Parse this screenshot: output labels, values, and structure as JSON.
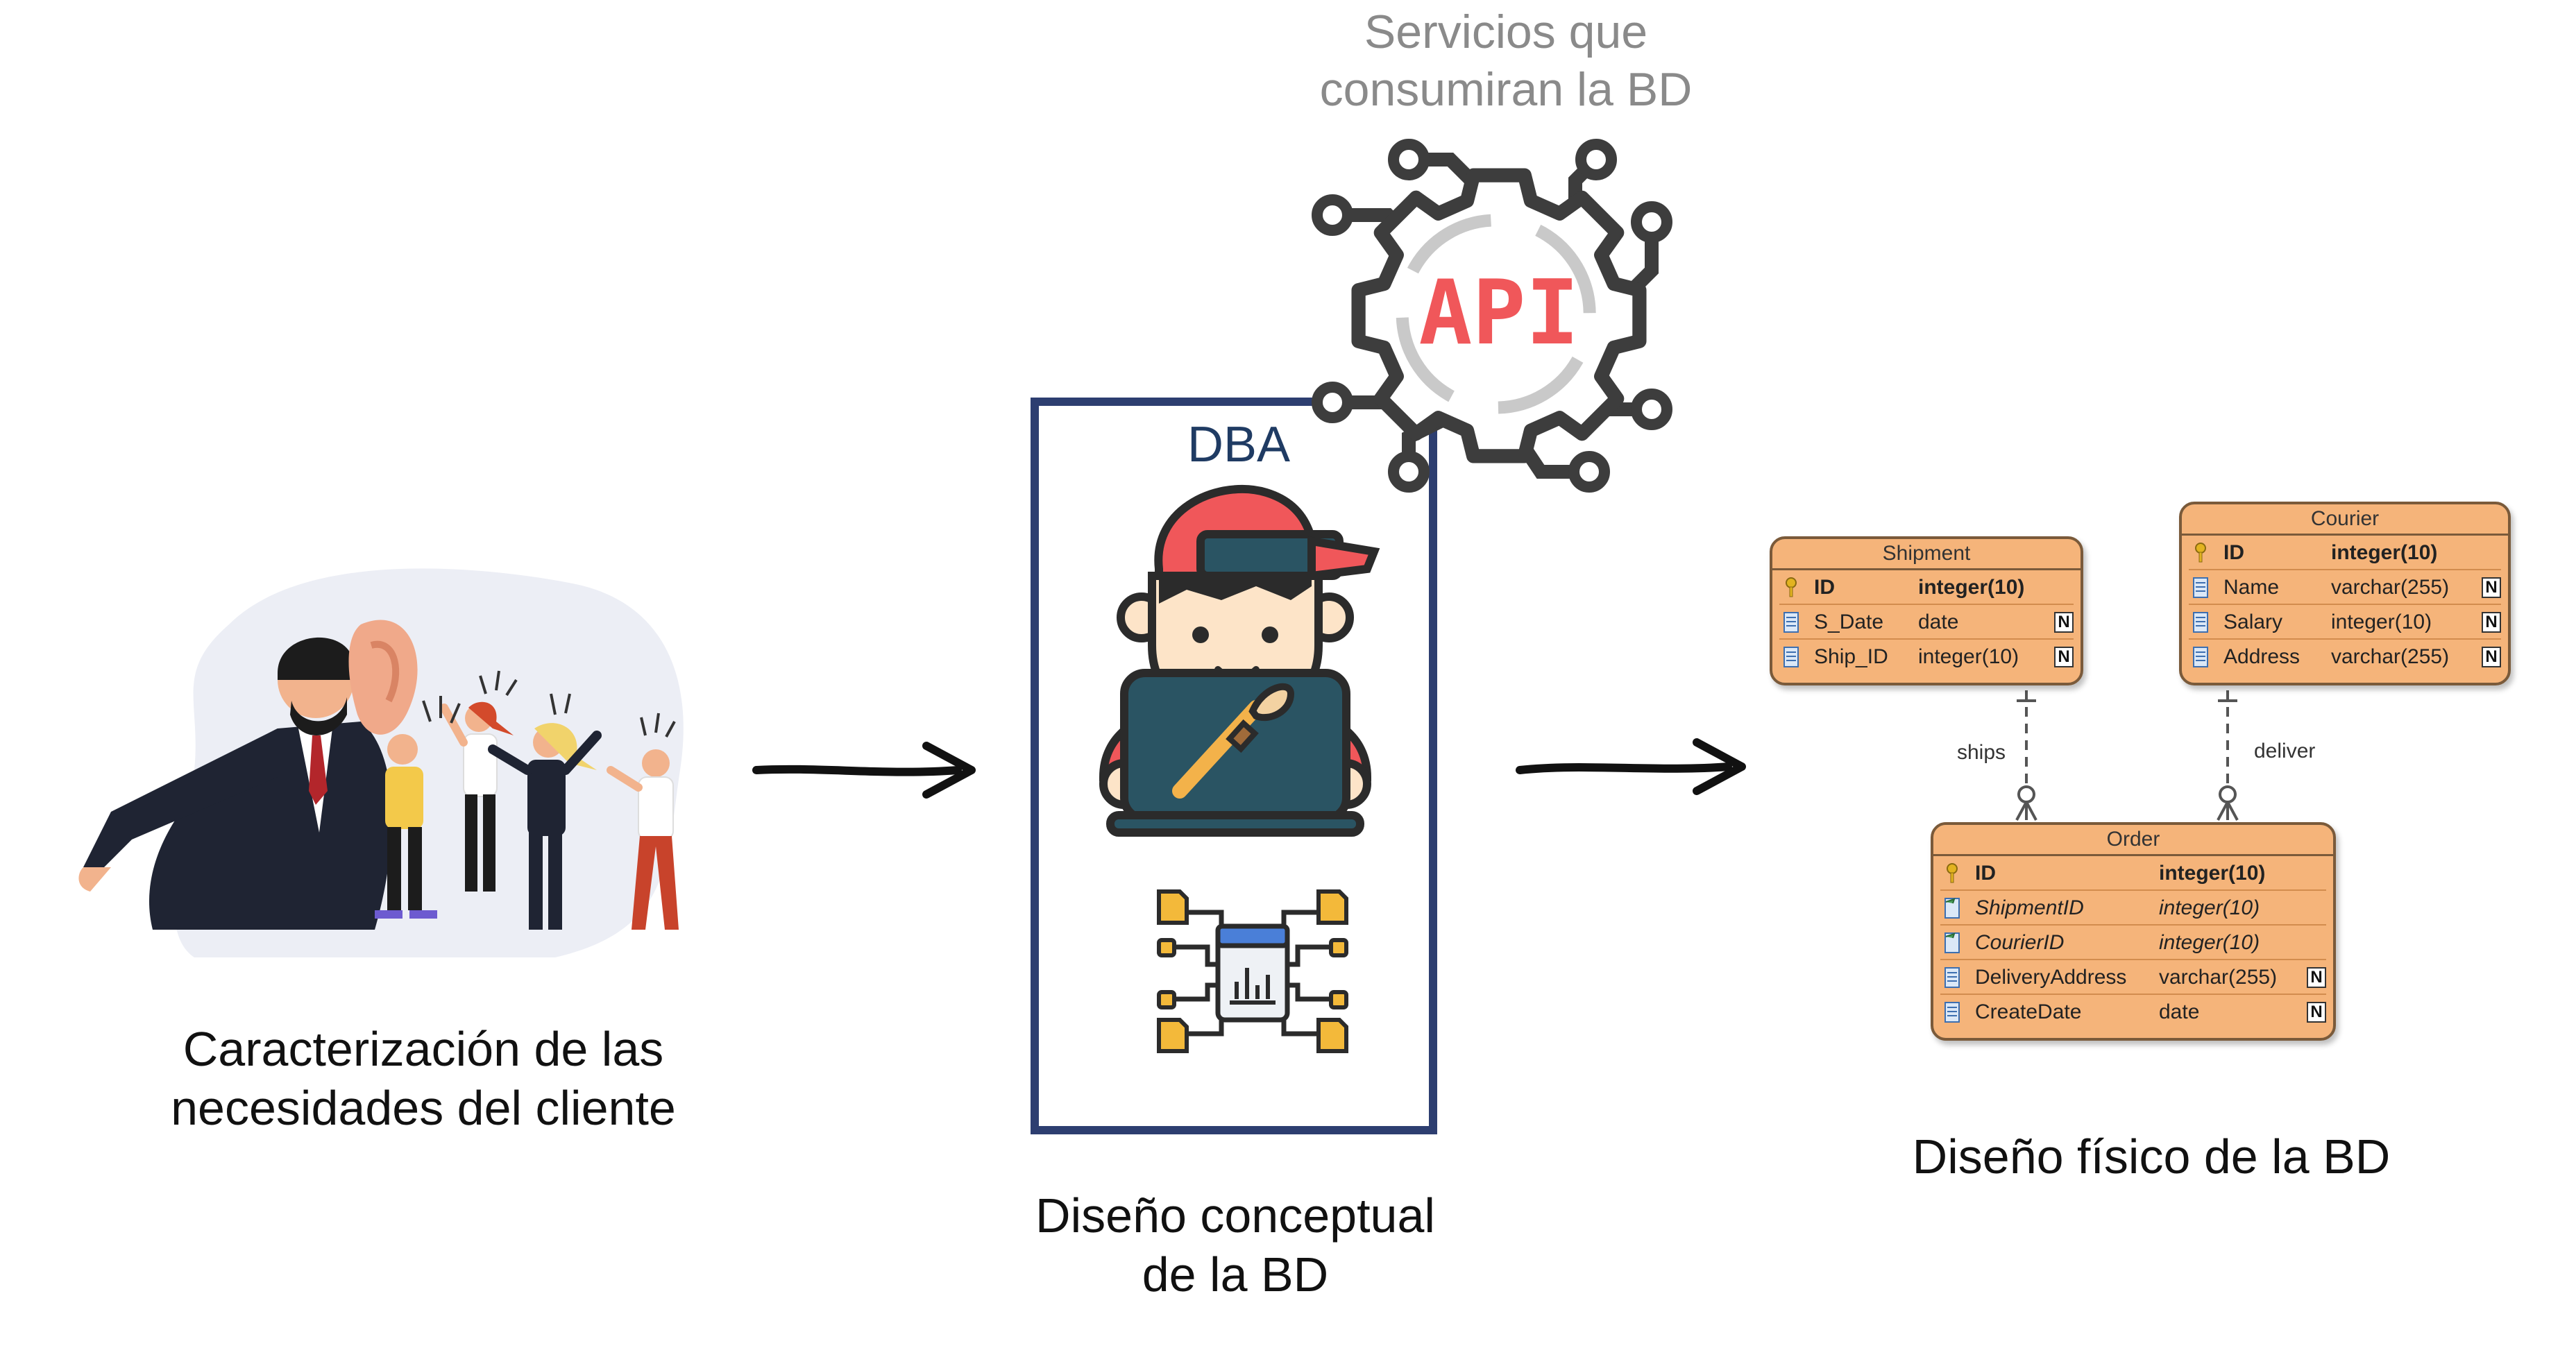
{
  "captions": {
    "client_line1": "Caracterización de las",
    "client_line2": "necesidades del cliente",
    "conceptual_line1": "Diseño conceptual",
    "conceptual_line2": "de la BD",
    "physical": "Diseño físico de la BD",
    "services_line1": "Servicios que",
    "services_line2": "consumiran la BD"
  },
  "dba_label": "DBA",
  "api_text": "API",
  "colors": {
    "box_border": "#2d3e70",
    "api_red": "#f0575a",
    "table_fill": "#f5b47a",
    "gear_gray": "#3d3d3d"
  },
  "icons": [
    "client-listening-illustration",
    "arrow-right-icon",
    "dba-developer-icon",
    "data-flow-icon",
    "api-gear-icon"
  ],
  "er_diagram": {
    "relationships": [
      {
        "label": "ships",
        "from": "Shipment",
        "to": "Order"
      },
      {
        "label": "deliver",
        "from": "Courier",
        "to": "Order"
      }
    ],
    "tables": {
      "shipment": {
        "name": "Shipment",
        "columns": [
          {
            "name": "ID",
            "type": "integer(10)",
            "key": "pk",
            "nullable": false
          },
          {
            "name": "S_Date",
            "type": "date",
            "key": "",
            "nullable": true
          },
          {
            "name": "Ship_ID",
            "type": "integer(10)",
            "key": "",
            "nullable": true
          }
        ]
      },
      "courier": {
        "name": "Courier",
        "columns": [
          {
            "name": "ID",
            "type": "integer(10)",
            "key": "pk",
            "nullable": false
          },
          {
            "name": "Name",
            "type": "varchar(255)",
            "key": "",
            "nullable": true
          },
          {
            "name": "Salary",
            "type": "integer(10)",
            "key": "",
            "nullable": true
          },
          {
            "name": "Address",
            "type": "varchar(255)",
            "key": "",
            "nullable": true
          }
        ]
      },
      "order": {
        "name": "Order",
        "columns": [
          {
            "name": "ID",
            "type": "integer(10)",
            "key": "pk",
            "nullable": false
          },
          {
            "name": "ShipmentID",
            "type": "integer(10)",
            "key": "fk",
            "nullable": false
          },
          {
            "name": "CourierID",
            "type": "integer(10)",
            "key": "fk",
            "nullable": false
          },
          {
            "name": "DeliveryAddress",
            "type": "varchar(255)",
            "key": "",
            "nullable": true
          },
          {
            "name": "CreateDate",
            "type": "date",
            "key": "",
            "nullable": true
          }
        ]
      }
    }
  }
}
